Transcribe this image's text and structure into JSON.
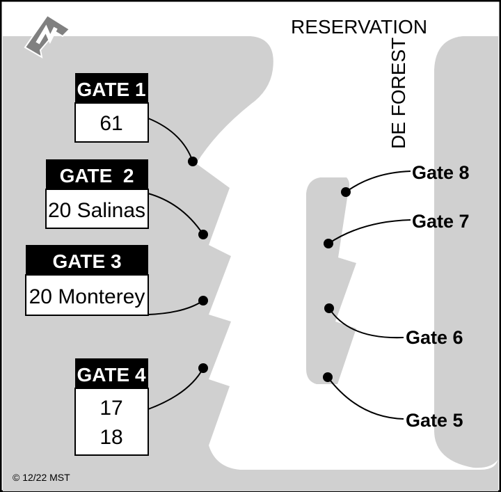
{
  "map": {
    "streets": {
      "top": "RESERVATION",
      "right": "DE FOREST"
    },
    "north_arrow_icon": "north-arrow-icon",
    "copyright": "© 12/22 MST",
    "colors": {
      "land": "#d0d0d0",
      "road": "#ffffff",
      "border": "#000000",
      "label_header": "#000000"
    }
  },
  "left_gates": [
    {
      "title": "GATE 1",
      "lines": [
        "61"
      ]
    },
    {
      "title": "GATE  2",
      "lines": [
        "20 Salinas"
      ]
    },
    {
      "title": "GATE 3",
      "lines": [
        "20 Monterey"
      ]
    },
    {
      "title": "GATE 4",
      "lines": [
        "17",
        "18"
      ]
    }
  ],
  "right_gates": [
    {
      "label": "Gate 8"
    },
    {
      "label": "Gate 7"
    },
    {
      "label": "Gate 6"
    },
    {
      "label": "Gate 5"
    }
  ]
}
